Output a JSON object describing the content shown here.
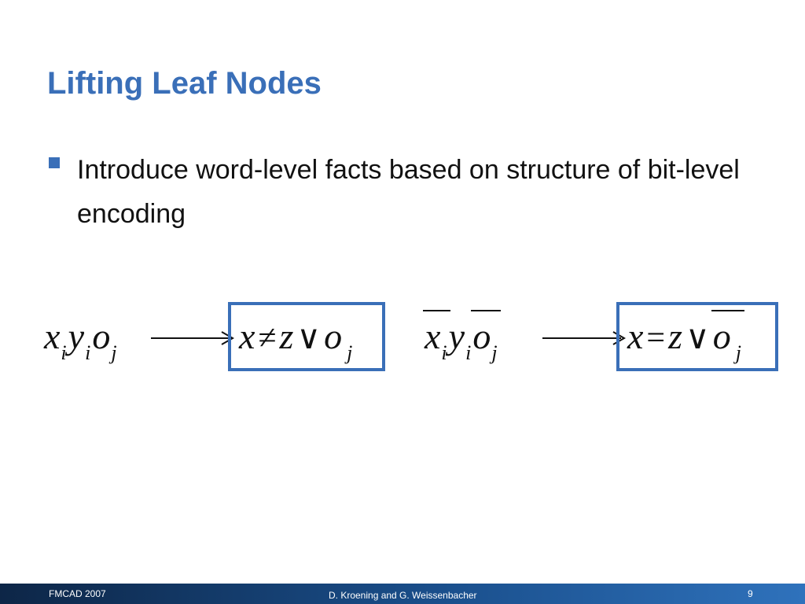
{
  "slide": {
    "title": "Lifting Leaf Nodes",
    "bullets": [
      {
        "text": "Introduce word-level facts based on structure of bit-level encoding"
      }
    ]
  },
  "formulas": {
    "left": {
      "antecedent": [
        {
          "var": "x",
          "sub": "i"
        },
        {
          "var": "y",
          "sub": "i"
        },
        {
          "var": "o",
          "sub": "j"
        }
      ],
      "consequent": {
        "lhs": "x",
        "rel": "≠",
        "mid": "z",
        "disj": "∨",
        "var": "o",
        "sub": "j"
      }
    },
    "right": {
      "antecedent": [
        {
          "var": "x",
          "sub": "i",
          "negated": true
        },
        {
          "var": "y",
          "sub": "i",
          "negated": false
        },
        {
          "var": "o",
          "sub": "j",
          "negated": true
        }
      ],
      "consequent": {
        "lhs": "x",
        "rel": "=",
        "mid": "z",
        "disj": "∨",
        "var": "o",
        "sub": "j",
        "negated": true
      }
    }
  },
  "footer": {
    "left": "FMCAD 2007",
    "center": "D. Kroening and G. Weissenbacher",
    "page": "9"
  },
  "colors": {
    "accent": "#3a6fb8",
    "footer_dark": "#0d2647",
    "footer_light": "#2f72bc"
  }
}
